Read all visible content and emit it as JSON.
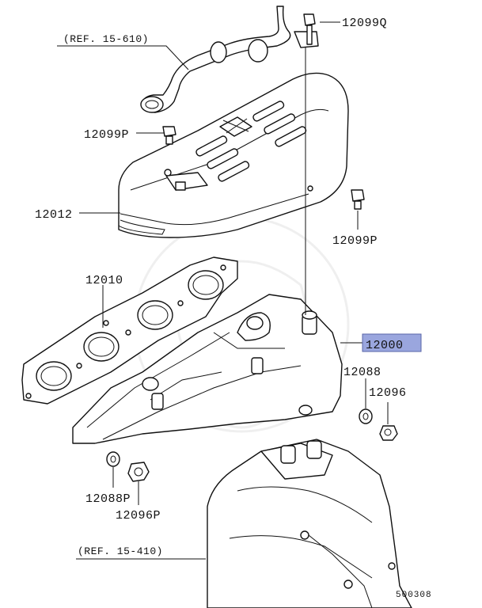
{
  "labels": {
    "ref_top": "(REF. 15-610)",
    "ref_bottom": "(REF. 15-410)",
    "part_12099Q": "12099Q",
    "part_12099P_left": "12099P",
    "part_12099P_right": "12099P",
    "part_12012": "12012",
    "part_12010": "12010",
    "part_12000": "12000",
    "part_12088": "12088",
    "part_12096": "12096",
    "part_12088P": "12088P",
    "part_12096P": "12096P",
    "diagram_id": "500308"
  },
  "colors": {
    "highlight": "#9aa6de",
    "line": "#111111"
  }
}
